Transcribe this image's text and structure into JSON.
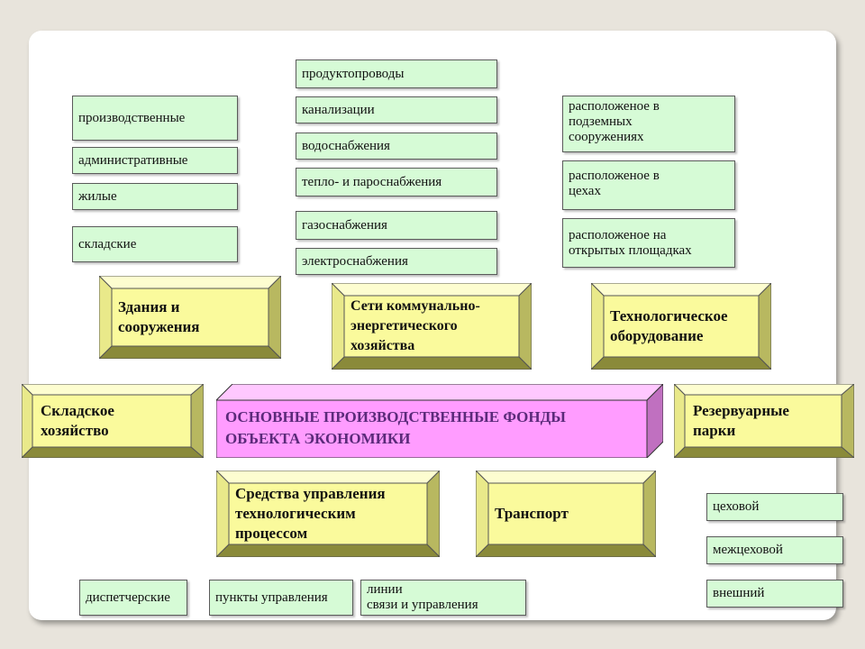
{
  "central": {
    "label": "ОСНОВНЫЕ ПРОИЗВОДСТВЕННЫЕ ФОНДЫ\nОБЪЕКТА ЭКОНОМИКИ"
  },
  "categories": {
    "buildings": "Здания и\nсооружения",
    "networks": "Сети коммунально-\nэнергетического\nхозяйства",
    "equipment": "Технологическое\nоборудование",
    "warehouse": "Складское\nхозяйство",
    "reservoir": "Резервуарные\nпарки",
    "control": "Средства управления\nтехнологическим\nпроцессом",
    "transport": "Транспорт"
  },
  "buildings_types": [
    "производственные",
    "административные",
    "жилые",
    "складские"
  ],
  "network_types": [
    "продуктопроводы",
    "канализации",
    "водоснабжения",
    "тепло- и пароснабжения",
    "газоснабжения",
    "электроснабжения"
  ],
  "equipment_types": [
    "расположеное в\nподземных\nсооружениях",
    "расположеное в\nцехах",
    "расположеное на\nоткрытых площадках"
  ],
  "control_types": [
    "диспетчерские",
    "пункты управления",
    "линии\nсвязи и управления"
  ],
  "transport_types": [
    "цеховой",
    "межцеховой",
    "внешний"
  ],
  "colors": {
    "label_fill": "#d6fbd6",
    "block_fill": "#fafa9c",
    "central_fill": "#ff9cff",
    "central_text": "#5b2a7a"
  }
}
